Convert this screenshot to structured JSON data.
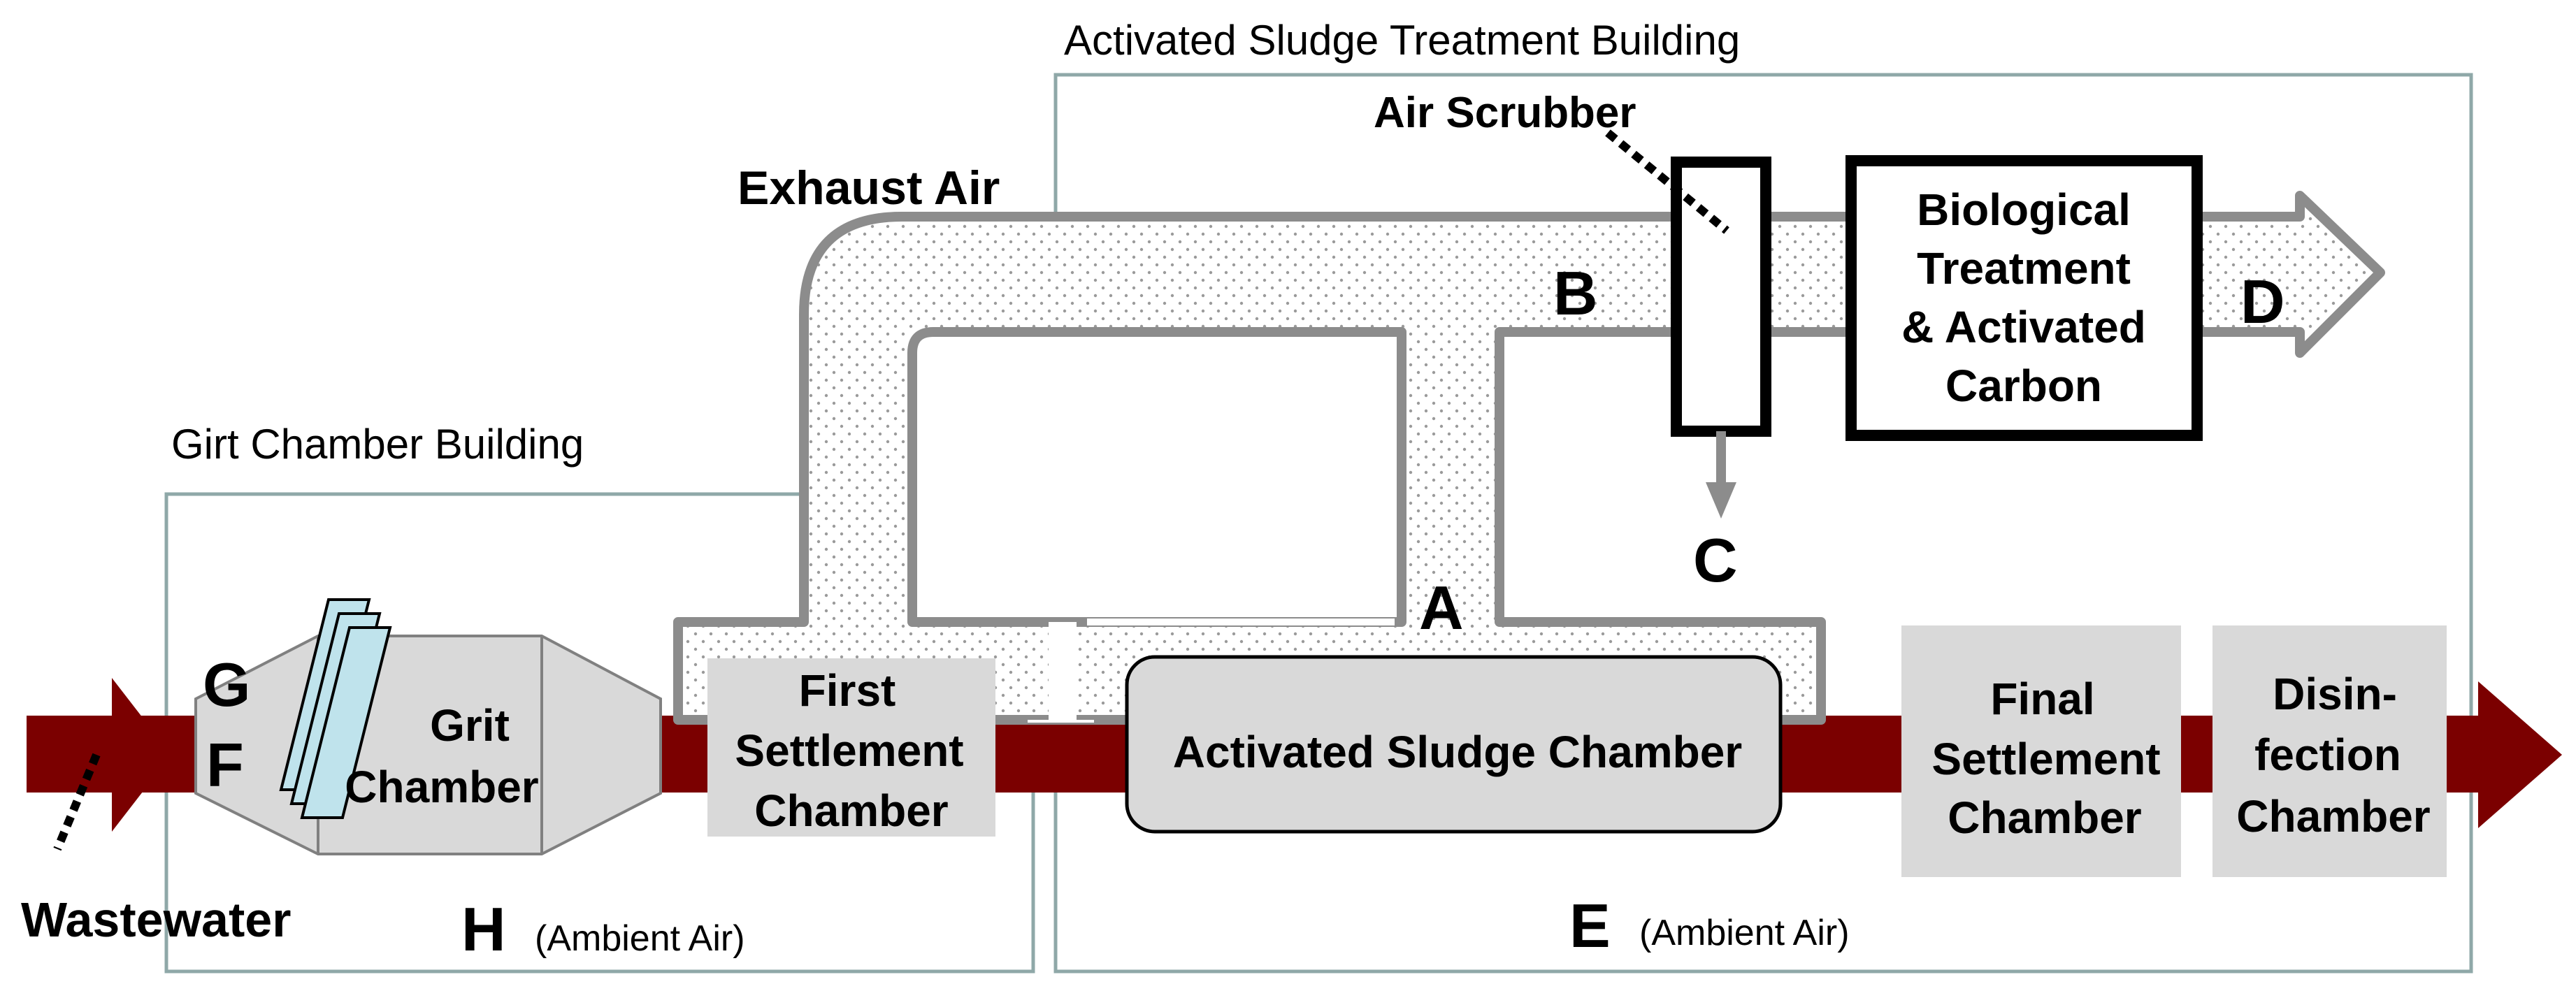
{
  "buildings": {
    "activated_sludge_building": "Activated Sludge Treatment Building",
    "grit_chamber_building": "Girt Chamber Building"
  },
  "air_labels": {
    "exhaust_air": "Exhaust Air",
    "air_scrubber": "Air Scrubber"
  },
  "units": {
    "biological_treatment": [
      "Biological",
      "Treatment",
      "& Activated",
      "Carbon"
    ],
    "grit_chamber": [
      "Grit",
      "Chamber"
    ],
    "first_settlement": [
      "First",
      "Settlement",
      "Chamber"
    ],
    "activated_sludge_chamber": "Activated Sludge Chamber",
    "final_settlement": [
      "Final",
      "Settlement",
      "Chamber"
    ],
    "disinfection": [
      "Disin-",
      "fection",
      "Chamber"
    ]
  },
  "flow": {
    "wastewater": "Wastewater"
  },
  "points": {
    "A": "A",
    "B": "B",
    "C": "C",
    "D": "D",
    "E": "E",
    "F": "F",
    "G": "G",
    "H": "H"
  },
  "ambient": {
    "ambient_air_h": "(Ambient Air)",
    "ambient_air_e": "(Ambient Air)"
  },
  "colors": {
    "wastewater_flow": "#7b0000",
    "duct_outline": "#8c8c8c",
    "chamber_fill": "#d9d9d9",
    "building_outline": "#8fa8a8",
    "screen_fill": "#bfe3ec"
  }
}
